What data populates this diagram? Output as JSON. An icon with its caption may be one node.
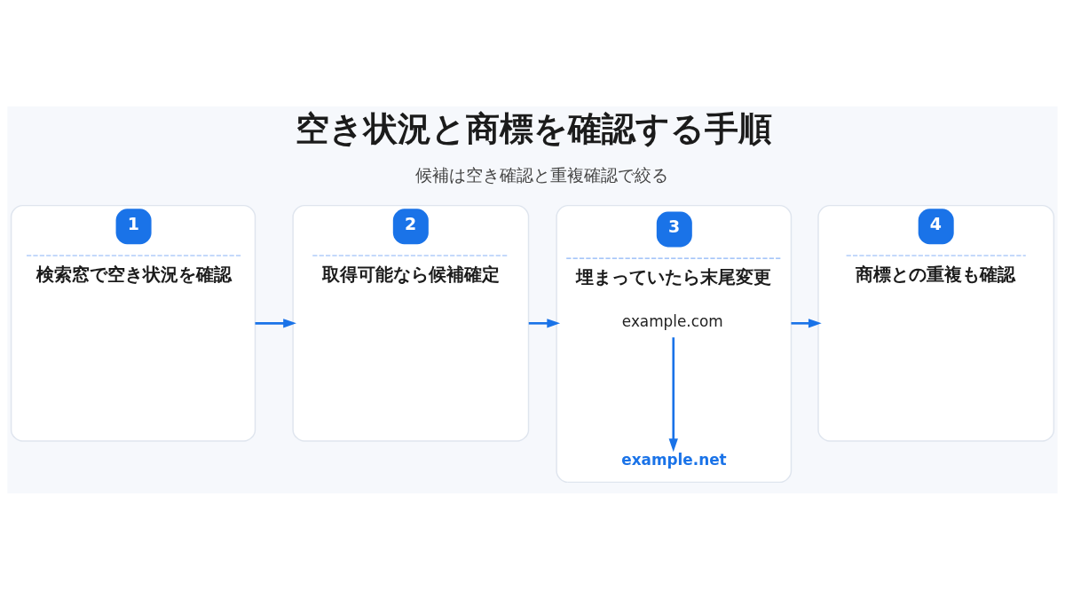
{
  "diagram": {
    "title": "空き状況と商標を確認する手順",
    "nodes": [
      {
        "text": [
          "1",
          "検索窓で空き状況を確認"
        ]
      },
      {
        "text": [
          "2",
          "取得可能なら候補確定"
        ]
      },
      {
        "text": [
          "3",
          "埋まっていたら末尾変更"
        ]
      },
      {
        "text": [
          "example.com"
        ],
        "in": 2
      },
      {
        "text": [
          "example.net"
        ],
        "in": 2
      },
      {
        "text": [
          "4",
          "商標との重複も確認"
        ]
      }
    ],
    "edges": [
      {
        "from": 0,
        "to": 1,
        "arrow": "to"
      },
      {
        "from": 1,
        "to": 2,
        "arrow": "to"
      },
      {
        "from": 3,
        "to": 4,
        "arrow": "to"
      },
      {
        "from": 2,
        "to": 5,
        "arrow": "to"
      }
    ],
    "labels": [
      "候補は空き確認と重複確認で絞る"
    ]
  }
}
